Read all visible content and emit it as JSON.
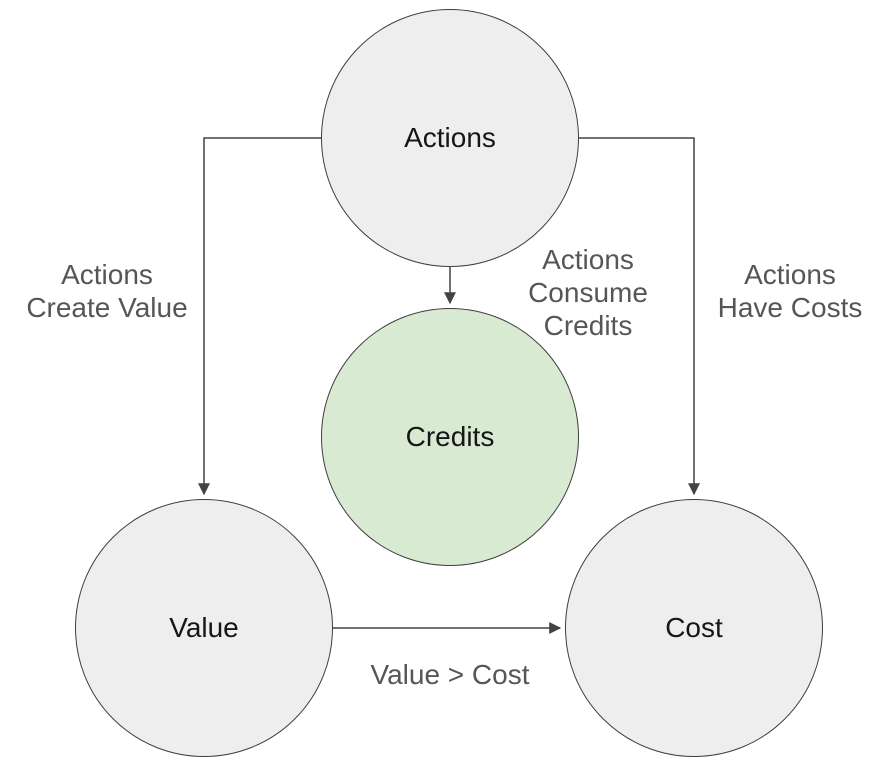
{
  "colors": {
    "background": "#ffffff",
    "node_fill_default": "#eeeeee",
    "node_fill_highlight": "#d9ead3",
    "node_border": "#3f3f3f",
    "node_text": "#161616",
    "edge_line": "#434343",
    "edge_label_text": "#565656"
  },
  "diagram": {
    "nodes": {
      "actions": {
        "label": "Actions",
        "fill": "#eeeeee"
      },
      "credits": {
        "label": "Credits",
        "fill": "#d9ead3"
      },
      "value": {
        "label": "Value",
        "fill": "#eeeeee"
      },
      "cost": {
        "label": "Cost",
        "fill": "#eeeeee"
      }
    },
    "edges": {
      "create_value": {
        "from": "actions",
        "to": "value",
        "label_line1": "Actions",
        "label_line2": "Create Value"
      },
      "consume_credits": {
        "from": "actions",
        "to": "credits",
        "label_line1": "Actions",
        "label_line2": "Consume",
        "label_line3": "Credits"
      },
      "have_costs": {
        "from": "actions",
        "to": "cost",
        "label_line1": "Actions",
        "label_line2": "Have Costs"
      },
      "value_vs_cost": {
        "from": "value",
        "to": "cost",
        "label": "Value > Cost"
      }
    }
  }
}
